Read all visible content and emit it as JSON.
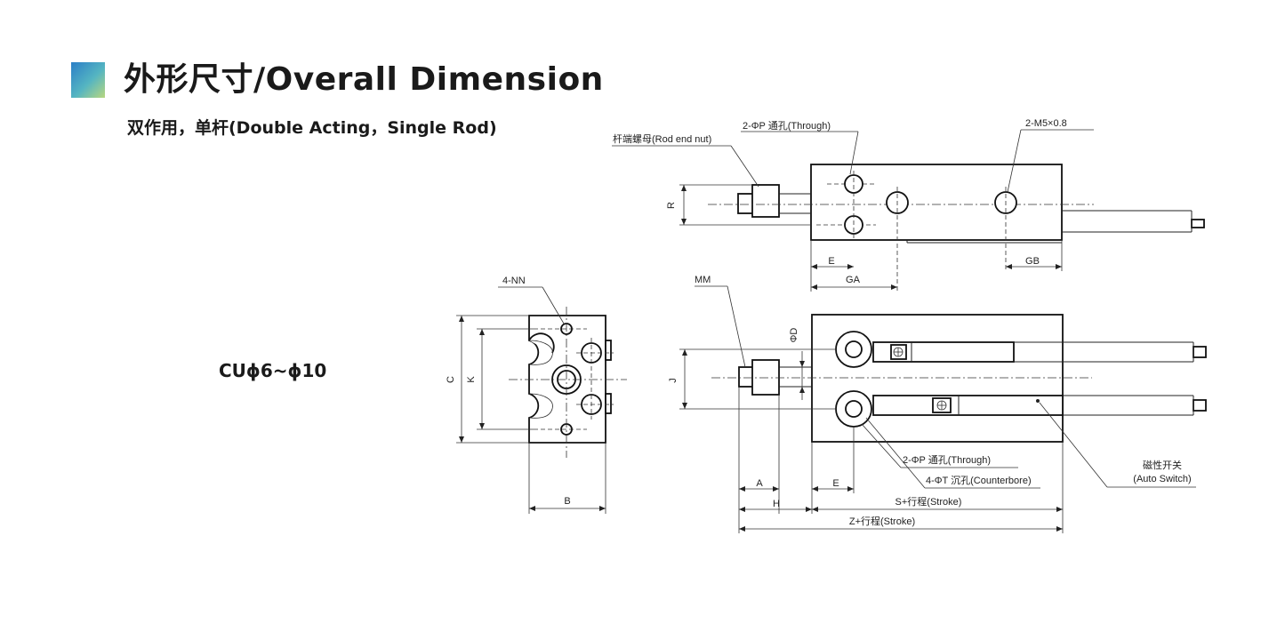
{
  "header": {
    "title": "外形尺寸/Overall Dimension",
    "subtitle": "双作用，单杆(Double Acting，Single Rod)"
  },
  "model_label": "CUϕ6~ϕ10",
  "labels": {
    "through_hole_top": "2-ΦP 通孔(Through)",
    "m5": "2-M5×0.8",
    "rod_end_nut": "杆端螺母(Rod end nut)",
    "R": "R",
    "E_top": "E",
    "GA": "GA",
    "GB": "GB",
    "NN": "4-NN",
    "C": "C",
    "K": "K",
    "B": "B",
    "MM": "MM",
    "D": "ΦD",
    "J": "J",
    "through_hole_front": "2-ΦP 通孔(Through)",
    "counterbore": "4-ΦT 沉孔(Counterbore)",
    "auto_switch_cn": "磁性开关",
    "auto_switch_en": "(Auto Switch)",
    "A": "A",
    "E_front": "E",
    "H": "H",
    "S_stroke": "S+行程(Stroke)",
    "Z_stroke": "Z+行程(Stroke)"
  },
  "colors": {
    "gradient": [
      "#2b7fc7",
      "#55b5c2",
      "#b8d77f"
    ]
  }
}
